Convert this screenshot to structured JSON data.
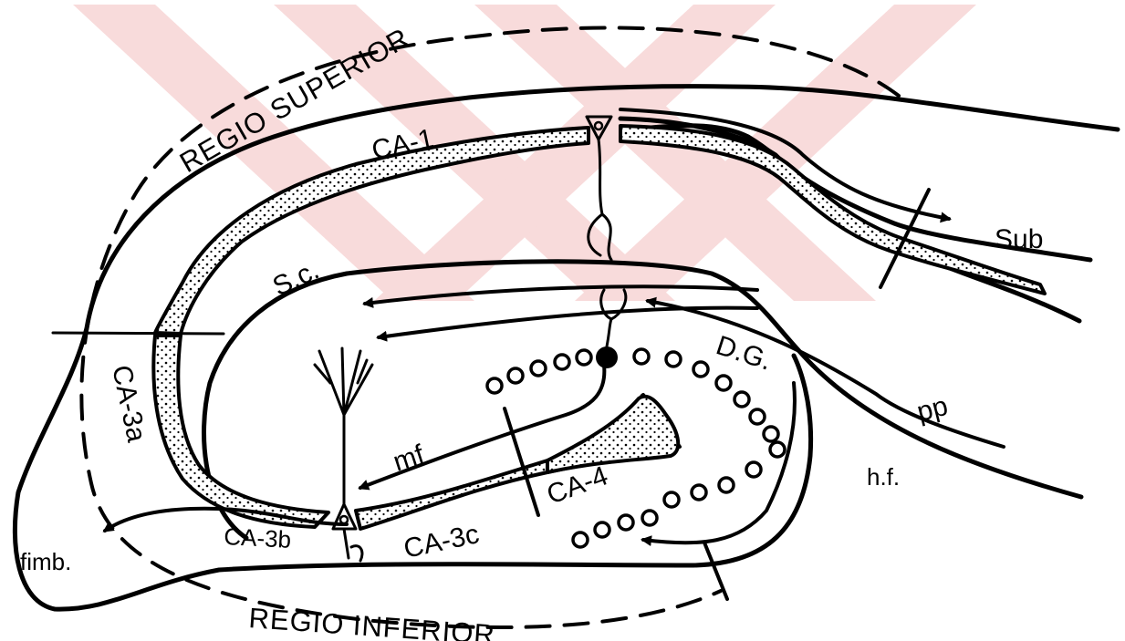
{
  "labels": {
    "regio_superior": "REGIO SUPERIOR",
    "regio_inferior": "REGIO INFERIOR",
    "ca1": "CA-1",
    "ca3a": "CA-3a",
    "ca3b": "CA-3b",
    "ca3c": "CA-3c",
    "ca4": "CA-4",
    "sc": "S.c.",
    "mf": "mf",
    "dg": "D.G.",
    "pp": "pp",
    "hf": "h.f.",
    "sub": "Sub",
    "fimb": "fimb."
  },
  "colors": {
    "ink": "#000000",
    "watermark": "#f4c6c6",
    "background": "#ffffff"
  }
}
